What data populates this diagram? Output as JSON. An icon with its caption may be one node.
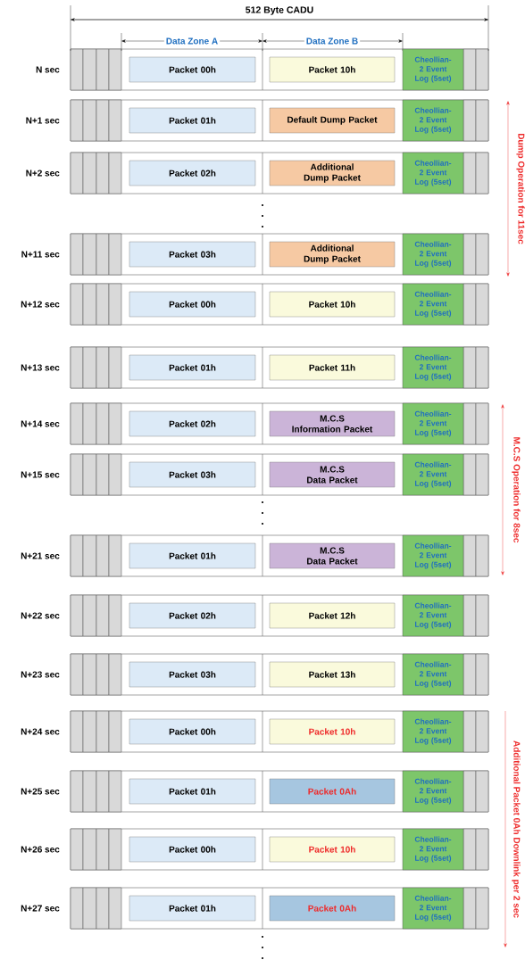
{
  "diagram": {
    "nodes": [
      {
        "text": [
          "Packet 00h"
        ]
      },
      {
        "text": [
          "Packet 10h"
        ]
      },
      {
        "text": [
          "Cheollian-2 Event Log (5set)"
        ]
      },
      {
        "text": [
          "Packet 01h"
        ]
      },
      {
        "text": [
          "Default Dump Packet"
        ]
      },
      {
        "text": [
          "Cheollian-2 Event Log (5set)"
        ]
      },
      {
        "text": [
          "Packet 02h"
        ]
      },
      {
        "text": [
          "Additional Dump Packet"
        ]
      },
      {
        "text": [
          "Cheollian-2 Event Log (5set)"
        ]
      },
      {
        "text": [
          "Packet 03h"
        ]
      },
      {
        "text": [
          "Additional Dump Packet"
        ]
      },
      {
        "text": [
          "Cheollian-2 Event Log (5set)"
        ]
      },
      {
        "text": [
          "Packet 00h"
        ]
      },
      {
        "text": [
          "Packet 10h"
        ]
      },
      {
        "text": [
          "Cheollian-2 Event Log (5set)"
        ]
      },
      {
        "text": [
          "Packet 01h"
        ]
      },
      {
        "text": [
          "Packet 11h"
        ]
      },
      {
        "text": [
          "Cheollian-2 Event Log (5set)"
        ]
      },
      {
        "text": [
          "Packet 02h"
        ]
      },
      {
        "text": [
          "M.C.S",
          "Information Packet"
        ]
      },
      {
        "text": [
          "Cheollian-2 Event Log (5set)"
        ]
      },
      {
        "text": [
          "Packet 03h"
        ]
      },
      {
        "text": [
          "M.C.S",
          "Data Packet"
        ]
      },
      {
        "text": [
          "Cheollian-2 Event Log (5set)"
        ]
      },
      {
        "text": [
          "Packet 01h"
        ]
      },
      {
        "text": [
          "M.C.S",
          "Data Packet"
        ]
      },
      {
        "text": [
          "Cheollian-2 Event Log (5set)"
        ]
      },
      {
        "text": [
          "Packet 02h"
        ]
      },
      {
        "text": [
          "Packet 12h"
        ]
      },
      {
        "text": [
          "Cheollian-2 Event Log (5set)"
        ]
      },
      {
        "text": [
          "Packet 03h"
        ]
      },
      {
        "text": [
          "Packet 13h"
        ]
      },
      {
        "text": [
          "Cheollian-2 Event Log (5set)"
        ]
      },
      {
        "text": [
          "Packet 00h"
        ]
      },
      {
        "text": [
          "Packet 10h"
        ]
      },
      {
        "text": [
          "Cheollian-2 Event Log (5set)"
        ]
      },
      {
        "text": [
          "Packet 01h"
        ]
      },
      {
        "text": [
          "Packet 0Ah"
        ]
      },
      {
        "text": [
          "Cheollian-2 Event Log (5set)"
        ]
      },
      {
        "text": [
          "Packet 00h"
        ]
      },
      {
        "text": [
          "Packet 10h"
        ]
      },
      {
        "text": [
          "Cheollian-2 Event Log (5set)"
        ]
      },
      {
        "text": [
          "Packet 01h"
        ]
      },
      {
        "text": [
          "Packet 0Ah"
        ]
      },
      {
        "text": [
          "Cheollian-2 Event Log (5set)"
        ]
      }
    ],
    "labels": [
      "512 Byte  CADU",
      "Data Zone A",
      "Data Zone B",
      "N sec",
      "N+1 sec",
      "N+2 sec",
      "N+11 sec",
      "N+12 sec",
      "N+13 sec",
      "N+14 sec",
      "N+15 sec",
      "N+21 sec",
      "N+22 sec",
      "N+23 sec",
      "N+24 sec",
      "N+25 sec",
      "N+26 sec",
      "N+27 sec",
      "Dump Operation for 11sec",
      "M.C.S Operation for 8sec",
      "Additional Packet 0Ah Downlink per 2 sec"
    ]
  }
}
